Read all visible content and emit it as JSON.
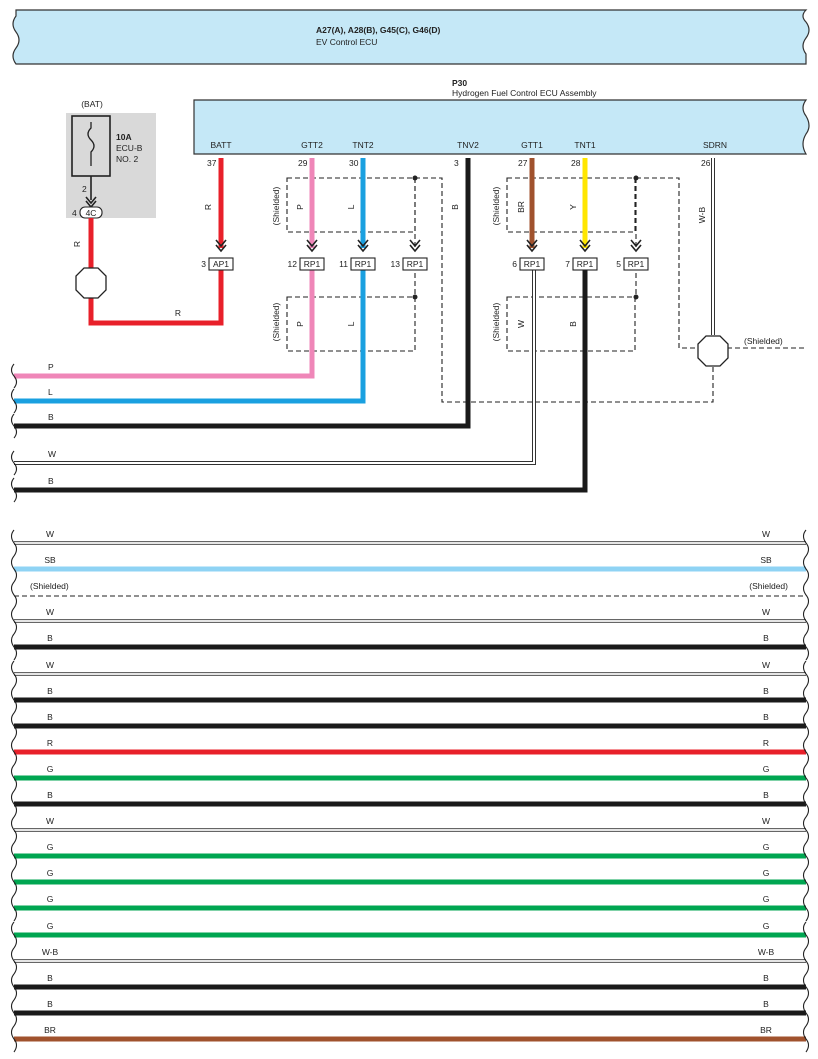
{
  "ev_ecu": {
    "title": "A27(A), A28(B), G45(C), G46(D)",
    "subtitle": "EV Control ECU"
  },
  "hfc_ecu": {
    "title": "P30",
    "subtitle": "Hydrogen Fuel Control ECU Assembly"
  },
  "fuse": {
    "source": "(BAT)",
    "rating": "10A",
    "name_line1": "ECU-B",
    "name_line2": "NO. 2",
    "pin_top": "2",
    "pin_bottom": "4",
    "connector": "4C"
  },
  "pins": [
    {
      "name": "BATT",
      "number": "37"
    },
    {
      "name": "GTT2",
      "number": "29"
    },
    {
      "name": "TNT2",
      "number": "30"
    },
    {
      "name": "TNV2",
      "number": "3"
    },
    {
      "name": "GTT1",
      "number": "27"
    },
    {
      "name": "TNT1",
      "number": "28"
    },
    {
      "name": "SDRN",
      "number": "26"
    }
  ],
  "connectors": [
    {
      "pin": "3",
      "label": "AP1"
    },
    {
      "pin": "12",
      "label": "RP1"
    },
    {
      "pin": "11",
      "label": "RP1"
    },
    {
      "pin": "13",
      "label": "RP1"
    },
    {
      "pin": "6",
      "label": "RP1"
    },
    {
      "pin": "7",
      "label": "RP1"
    },
    {
      "pin": "5",
      "label": "RP1"
    }
  ],
  "wire_labels": {
    "batt_vertical": "R",
    "batt_horizontal": "R",
    "fuse_out": "R",
    "gtt2_upper": "P",
    "tnt2_upper": "L",
    "tnv2": "B",
    "gtt1_upper": "BR",
    "tnt1_upper": "Y",
    "sdrn": "W-B",
    "gtt2_lower": "P",
    "tnt2_lower": "L",
    "gtt1_lower": "W",
    "tnt1_lower": "B"
  },
  "shielded_label": "(Shielded)",
  "left_wires": [
    {
      "label": "P",
      "color": "#ef86b8"
    },
    {
      "label": "L",
      "color": "#1aa0e0"
    },
    {
      "label": "B",
      "color": "#1a1a1a"
    },
    {
      "label": "W",
      "color": "#ffffff"
    },
    {
      "label": "B",
      "color": "#1a1a1a"
    }
  ],
  "bus_wires": [
    {
      "label": "W",
      "color": "#ffffff"
    },
    {
      "label": "SB",
      "color": "#8fd3f4"
    },
    {
      "label": "(Shielded)",
      "color": "shield"
    },
    {
      "label": "W",
      "color": "#ffffff"
    },
    {
      "label": "B",
      "color": "#1a1a1a"
    },
    {
      "label": "W",
      "color": "#ffffff"
    },
    {
      "label": "B",
      "color": "#1a1a1a"
    },
    {
      "label": "B",
      "color": "#1a1a1a"
    },
    {
      "label": "R",
      "color": "#e8202a"
    },
    {
      "label": "G",
      "color": "#00a651"
    },
    {
      "label": "B",
      "color": "#1a1a1a"
    },
    {
      "label": "W",
      "color": "#ffffff"
    },
    {
      "label": "G",
      "color": "#00a651"
    },
    {
      "label": "G",
      "color": "#00a651"
    },
    {
      "label": "G",
      "color": "#00a651"
    },
    {
      "label": "G",
      "color": "#00a651"
    },
    {
      "label": "W-B",
      "color": "#ffffff"
    },
    {
      "label": "B",
      "color": "#1a1a1a"
    },
    {
      "label": "B",
      "color": "#1a1a1a"
    },
    {
      "label": "BR",
      "color": "#a0522d"
    }
  ]
}
